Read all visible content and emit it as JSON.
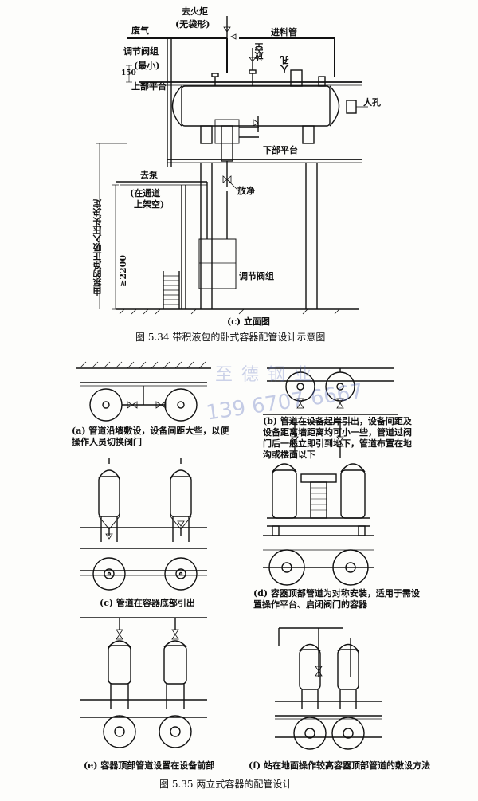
{
  "fig534": {
    "labels": {
      "torch": "去火炬",
      "no_pocket": "(无袋形)",
      "waste_gas": "废气",
      "feed_pipe": "进料管",
      "control_valve_group": "调节阀组",
      "min": "(最小)",
      "upper_platform": "上部平台",
      "dim_150": "150",
      "vent": "放空",
      "manhole_top": "人孔",
      "manhole_side": "人孔",
      "lower_platform": "下部平台",
      "to_pump": "去泵",
      "on_walkway": "(在通道",
      "on_rack": "上架空)",
      "drain": "放净",
      "control_valve_group2": "调节阀组",
      "npsh_note": "由泵的净正吸入压头决定",
      "dim_2200": "≥2200",
      "subcaption": "(c) 立面图"
    },
    "caption": "图 5.34    带积液包的卧式容器配管设计示意图"
  },
  "fig535": {
    "a": "(a) 管道沿墙敷设，设备间距大些，以便操作人员切换阀门",
    "b": "(b) 管道在设备起岸引出，设备间距及设备距离墙距离均可小一些，管道过阀门后一般立即引到地下，管道布置在地沟或楼面以下",
    "c": "(c) 管道在容器底部引出",
    "d": "(d) 容器顶部管道为对称安装，适用于需设置操作平台、启闭阀门的容器",
    "e": "(e) 容器顶部管道设置在设备前部",
    "f": "(f) 站在地面操作较高容器顶部管道的敷设方法",
    "caption": "图 5.35    两立式容器的配管设计"
  },
  "watermark": {
    "text1": "至  德  钢  业",
    "text2": "139  6707  6667"
  }
}
